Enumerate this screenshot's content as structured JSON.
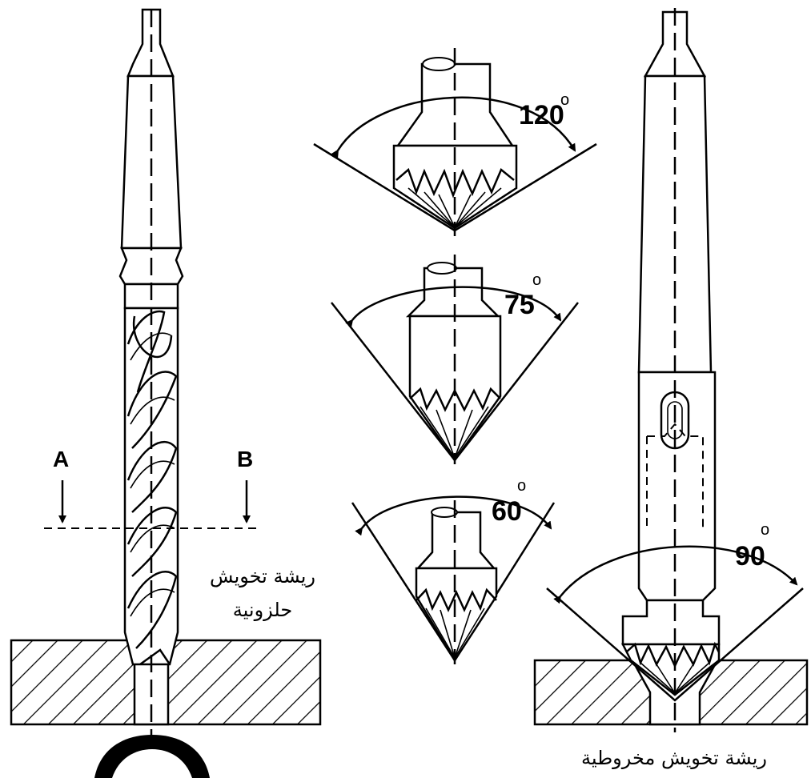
{
  "angles": {
    "a120": "120",
    "a75": "75",
    "a60": "60",
    "a90": "90",
    "degree_mark": "o"
  },
  "section": {
    "a": "A",
    "b": "B"
  },
  "captions": {
    "spiral_reamer_line1": "ريشة تخويش",
    "spiral_reamer_line2": "حلزونية",
    "conical_reamer": "ريشة تخويش مخروطية"
  },
  "colors": {
    "ink": "#000000",
    "background": "#ffffff"
  }
}
